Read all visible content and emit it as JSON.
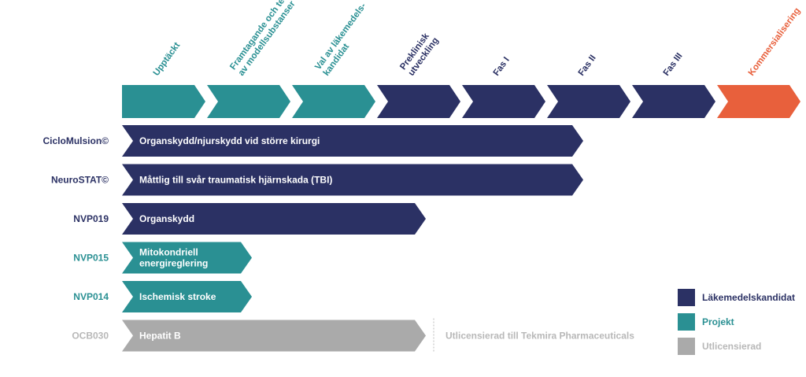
{
  "phases": [
    {
      "lines": [
        "Upptäckt"
      ],
      "type": "project"
    },
    {
      "lines": [
        "Framtagande och test",
        "av modellsubstanser"
      ],
      "type": "project"
    },
    {
      "lines": [
        "Val av läkemedels-",
        "kandidat"
      ],
      "type": "project"
    },
    {
      "lines": [
        "Preklinisk",
        "utveckling"
      ],
      "type": "candidate"
    },
    {
      "lines": [
        "Fas I"
      ],
      "type": "candidate"
    },
    {
      "lines": [
        "Fas II"
      ],
      "type": "candidate"
    },
    {
      "lines": [
        "Fas III"
      ],
      "type": "candidate"
    },
    {
      "lines": [
        "Kommersialisering"
      ],
      "type": "commercial"
    }
  ],
  "programs": [
    {
      "name": "CicloMulsion©",
      "lines": [
        "Organskydd/njurskydd vid större kirurgi"
      ],
      "type": "candidate",
      "reaches_phase": 6
    },
    {
      "name": "NeuroSTAT©",
      "lines": [
        "Måttlig till svår traumatisk hjärnskada (TBI)"
      ],
      "type": "candidate",
      "reaches_phase": 6
    },
    {
      "name": "NVP019",
      "lines": [
        "Organskydd"
      ],
      "type": "candidate",
      "reaches_phase": 4
    },
    {
      "name": "NVP015",
      "lines": [
        "Mitokondriell",
        "energireglering"
      ],
      "type": "project",
      "reaches_phase": 2
    },
    {
      "name": "NVP014",
      "lines": [
        "Ischemisk stroke"
      ],
      "type": "project",
      "reaches_phase": 2
    },
    {
      "name": "OCB030",
      "lines": [
        "Hepatit B"
      ],
      "type": "outlicensed",
      "reaches_phase": 4,
      "note": "Utlicensierad till Tekmira Pharmaceuticals"
    }
  ],
  "legend": [
    {
      "label": "Läkemedelskandidat",
      "type": "candidate"
    },
    {
      "label": "Projekt",
      "type": "project"
    },
    {
      "label": "Utlicensierad",
      "type": "outlicensed"
    }
  ],
  "colors": {
    "candidate": "#2b3164",
    "project": "#2a9093",
    "outlicensed": "#aaaaaa",
    "commercial": "#e8603c"
  },
  "label_colors": {
    "candidate": "#2b3164",
    "project": "#2a9093",
    "outlicensed": "#b8b8b8",
    "commercial": "#e8603c"
  }
}
